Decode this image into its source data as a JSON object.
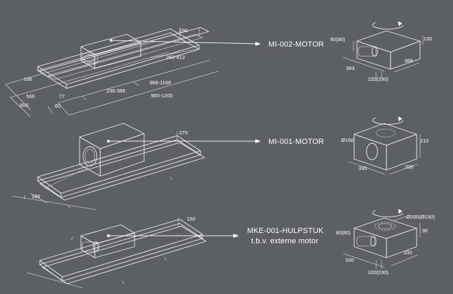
{
  "diagram": {
    "labels": {
      "mi002": "MI-002-MOTOR",
      "mi001": "MI-001-MOTOR",
      "mke001_line1": "MKE-001-HULPSTUK",
      "mke001_line2": "t.b.v. externe motor"
    },
    "hood1": {
      "d190": "190",
      "d262": "262-412",
      "d106": "106",
      "d566": "566",
      "d600": "600",
      "d77": "77",
      "d60": "60",
      "d236": "236-386",
      "d866": "866-1166",
      "d900": "900-1200"
    },
    "hood2": {
      "d270": "270",
      "d189": "189"
    },
    "hood3": {
      "d150": "150"
    },
    "motor1": {
      "d9080": "90(80)",
      "d130": "130",
      "d383": "383",
      "d368": "368",
      "d220": "220(230)"
    },
    "motor2": {
      "d150": "Ø150",
      "d210": "210",
      "d330a": "330",
      "d330b": "330"
    },
    "motor3": {
      "d200": "Ø200(Ø150)",
      "d9080": "90(80)",
      "d90": "90",
      "d330a": "330",
      "d330b": "330",
      "d220": "220(230)"
    }
  }
}
